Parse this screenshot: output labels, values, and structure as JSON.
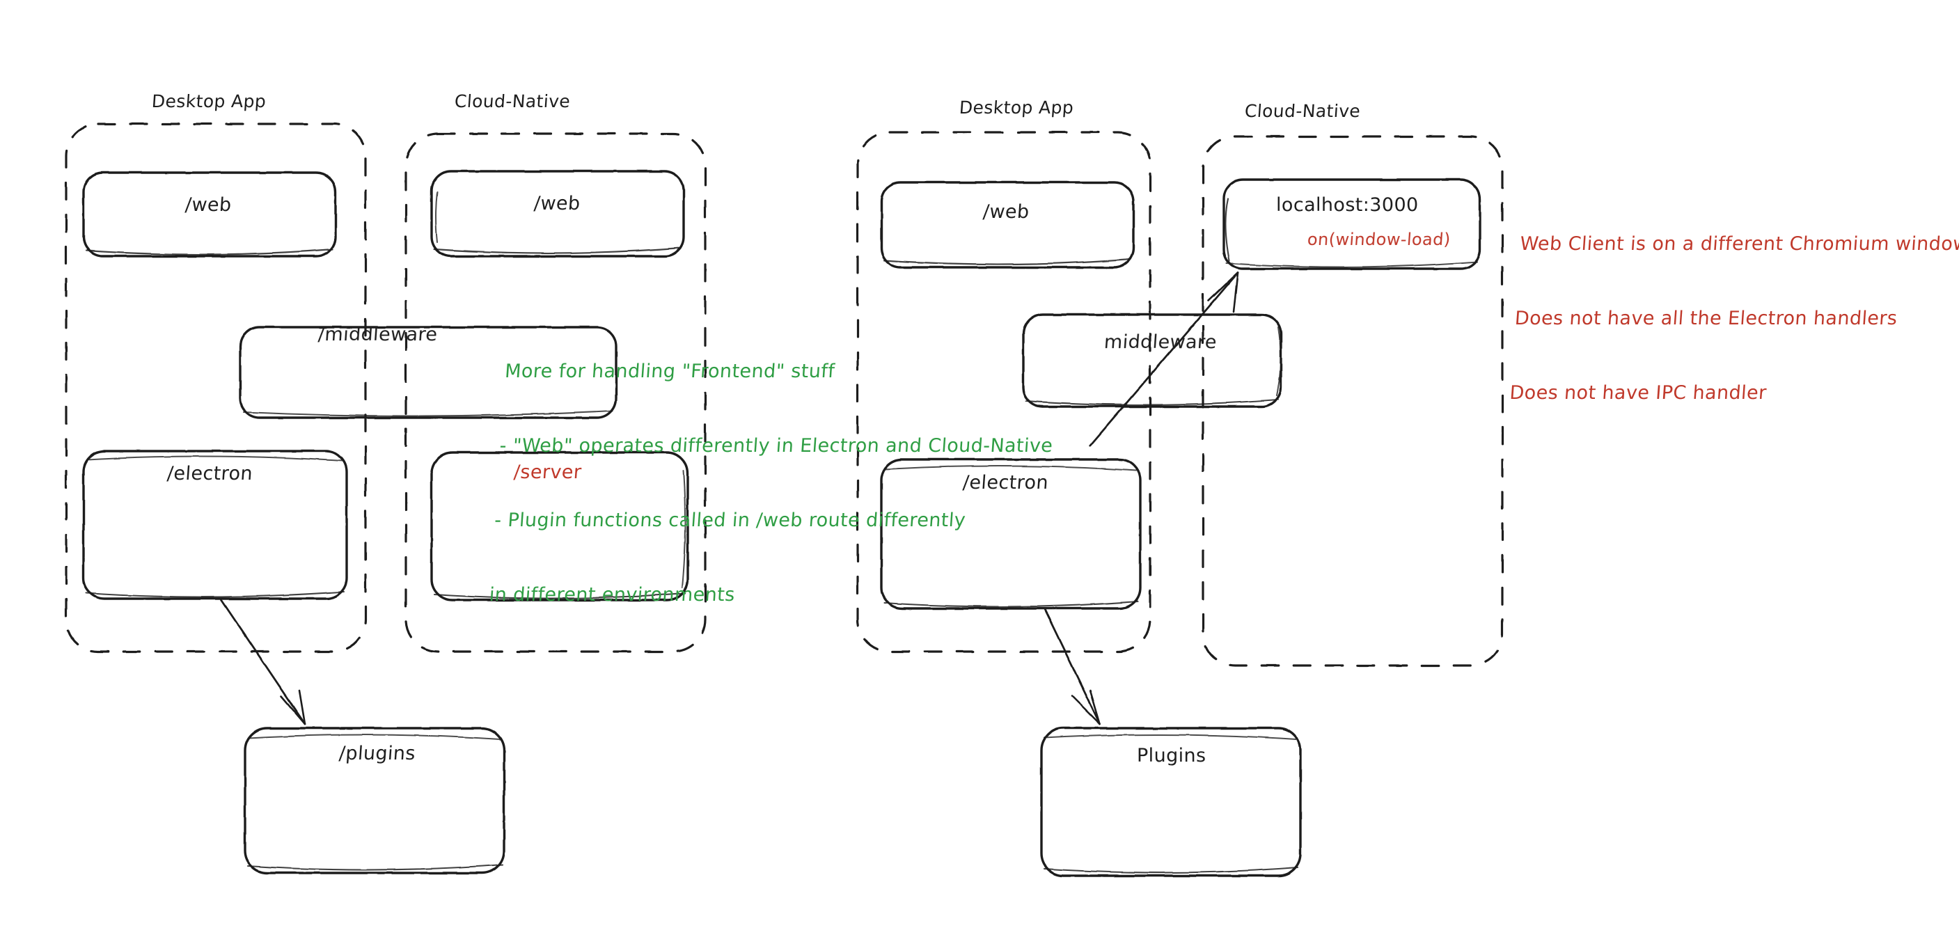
{
  "diagram": {
    "type": "architecture-sketch",
    "style": "hand-drawn whiteboard (Excalidraw)",
    "background": "#ffffff",
    "colors": {
      "stroke": "#1e1e1e",
      "green": "#2f9e44",
      "red": "#c0392b"
    },
    "clusters": [
      {
        "id": "left-desktop-app",
        "label": "Desktop App",
        "nodes": [
          "/web",
          "/middleware",
          "/electron"
        ]
      },
      {
        "id": "left-cloud-native",
        "label": "Cloud-Native",
        "nodes": [
          "/web",
          "/middleware",
          "/server"
        ]
      },
      {
        "id": "right-desktop-app",
        "label": "Desktop App",
        "nodes": [
          "/web",
          "middleware",
          "/electron"
        ]
      },
      {
        "id": "right-cloud-native",
        "label": "Cloud-Native",
        "nodes": [
          "localhost:3000",
          "middleware"
        ]
      }
    ]
  },
  "left_group": {
    "desktop_label": "Desktop App",
    "cloud_label": "Cloud-Native",
    "web_left": "/web",
    "web_right": "/web",
    "middleware": "/middleware",
    "electron": "/electron",
    "server": "/server",
    "plugins": "/plugins"
  },
  "right_group": {
    "desktop_label": "Desktop App",
    "cloud_label": "Cloud-Native",
    "web": "/web",
    "localhost": "localhost:3000",
    "localhost_sub": "on(window-load)",
    "middleware": "middleware",
    "electron": "/electron",
    "plugins": "Plugins"
  },
  "annotations": {
    "green_note": {
      "color": "#2f9e44",
      "lines": [
        "More for handling \"Frontend\" stuff",
        "- \"Web\" operates differently in Electron and Cloud-Native",
        "- Plugin functions called in /web route differently",
        "in different environments"
      ]
    },
    "red_note": {
      "color": "#c0392b",
      "lines": [
        "Web Client is on a different Chromium window",
        "Does not have all the Electron handlers",
        "Does not have IPC handler"
      ]
    }
  },
  "connectors": [
    {
      "name": "left-electron-to-plugins",
      "from": "/electron",
      "to": "/plugins",
      "arrow": true
    },
    {
      "name": "right-electron-to-plugins",
      "from": "/electron",
      "to": "Plugins",
      "arrow": true
    },
    {
      "name": "right-electron-to-localhost",
      "from": "/electron",
      "to": "localhost:3000",
      "arrow": true
    }
  ]
}
